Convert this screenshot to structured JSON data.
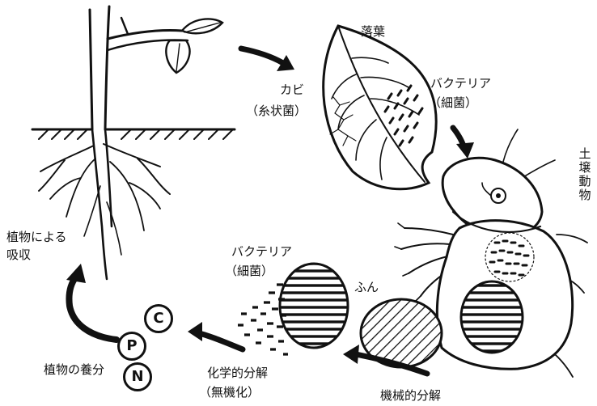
{
  "labels": {
    "fallen_leaves": "落葉",
    "mold": "カビ",
    "mold_sub": "（糸状菌）",
    "bacteria_top": "バクテリア",
    "bacteria_top_sub": "（細菌）",
    "soil_animals": "土壌動物",
    "plant_absorption_1": "植物による",
    "plant_absorption_2": "吸収",
    "bacteria_mid": "バクテリア",
    "bacteria_mid_sub": "（細菌）",
    "feces": "ふん",
    "plant_nutrients": "植物の養分",
    "chemical_decomp": "化学的分解",
    "chemical_decomp_sub": "（無機化）",
    "mechanical_decomp": "機械的分解"
  },
  "nutrients": [
    "C",
    "P",
    "N"
  ]
}
